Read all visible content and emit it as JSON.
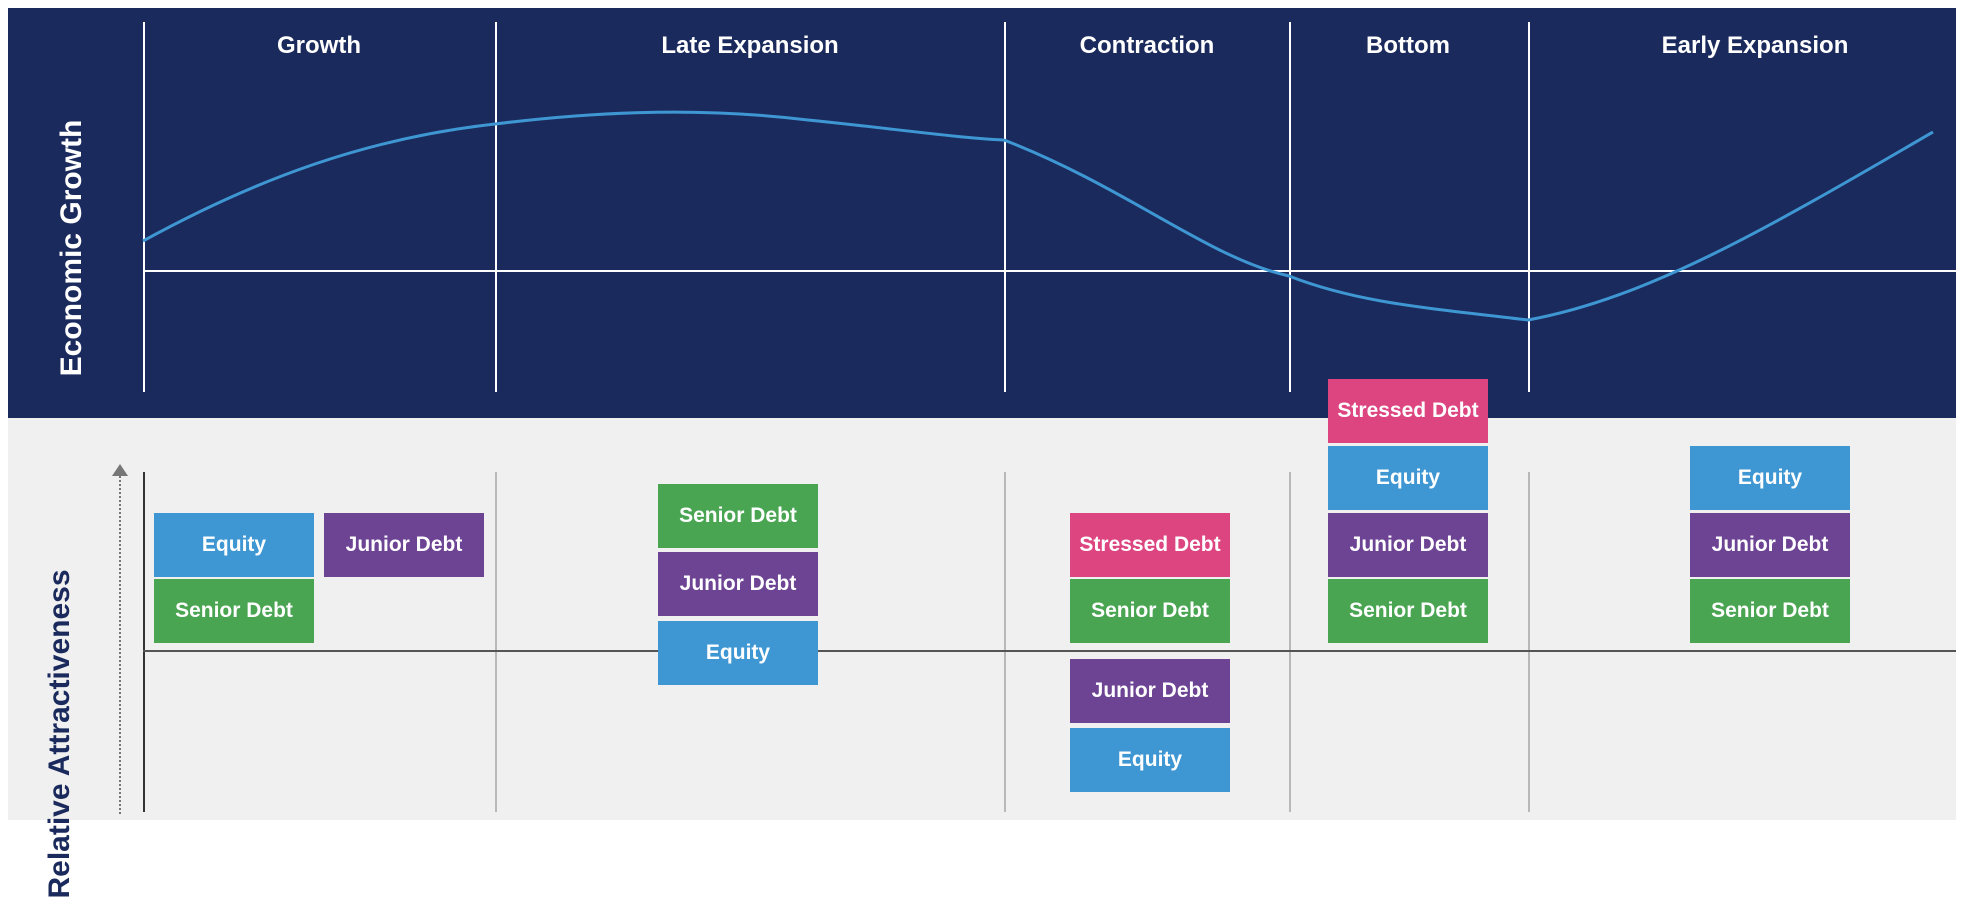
{
  "top": {
    "y_label": "Economic Growth",
    "phases": [
      "Growth",
      "Late Expansion",
      "Contraction",
      "Bottom",
      "Early Expansion"
    ]
  },
  "bottom": {
    "y_label": "Relative Attractiveness"
  },
  "columns": [
    {
      "phase": "Growth",
      "boxes": [
        "Equity",
        "Junior Debt",
        "Senior Debt"
      ]
    },
    {
      "phase": "Late Expansion",
      "boxes": [
        "Senior Debt",
        "Junior Debt",
        "Equity"
      ]
    },
    {
      "phase": "Contraction",
      "boxes": [
        "Stressed Debt",
        "Senior Debt",
        "Junior Debt",
        "Equity"
      ]
    },
    {
      "phase": "Bottom",
      "boxes": [
        "Stressed Debt",
        "Equity",
        "Junior Debt",
        "Senior Debt"
      ]
    },
    {
      "phase": "Early Expansion",
      "boxes": [
        "Equity",
        "Junior Debt",
        "Senior Debt"
      ]
    }
  ],
  "colors": {
    "background_top": "#1b2a5c",
    "background_bottom": "#f0f0f0",
    "curve": "#3e97d3",
    "equity": "#3e97d3",
    "senior_debt": "#4aa553",
    "junior_debt": "#6d4494",
    "stressed_debt": "#dc4580"
  }
}
